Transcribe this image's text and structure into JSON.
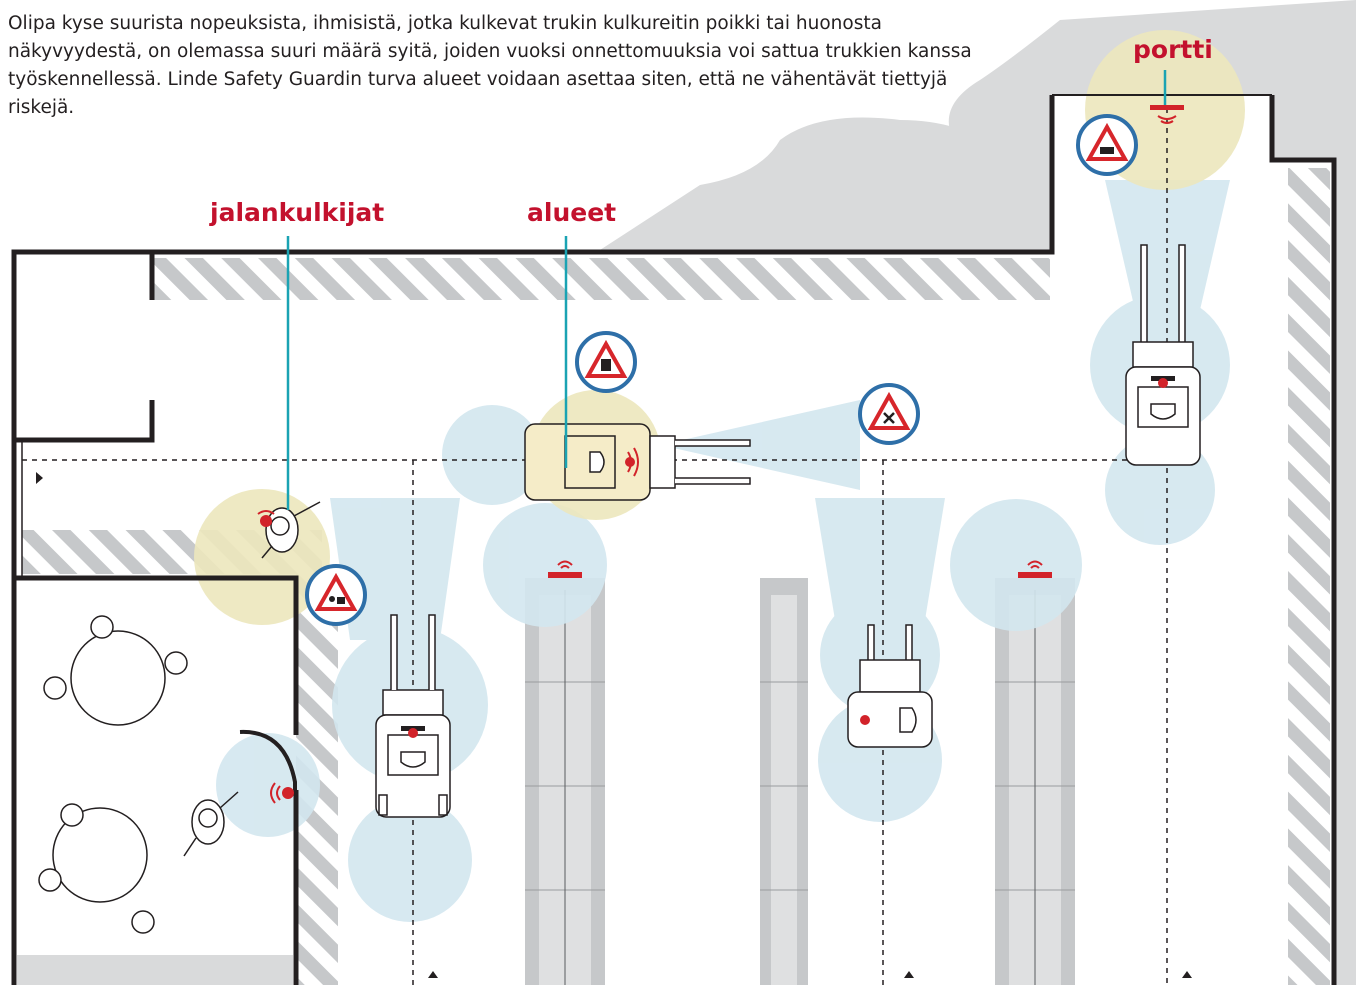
{
  "intro_text": "Olipa kyse suurista nopeuksista, ihmisistä, jotka kulkevat trukin kulkureitin poikki tai huonosta näkyvyydestä, on olemassa suuri määrä syitä, joiden vuoksi onnettomuuksia voi sattua trukkien kanssa työskennellessä. Linde Safety Guardin turva alueet voidaan asettaa siten, että ne vähentävät tiettyjä riskejä.",
  "callouts": {
    "pedestrians": "jalankulkijat",
    "areas": "alueet",
    "gate": "portti"
  },
  "colors": {
    "callout": "#c3112d",
    "leader": "#1aa3b3",
    "wall": "#231f20",
    "outside": "#d9dadb",
    "zone_blue": "#d3e7ef",
    "zone_yellow": "#ece7bd",
    "rack": "#c6c8ca",
    "sign_ring": "#2e6fa8",
    "sign_red": "#d7262b",
    "sensor": "#d2232a"
  },
  "signs": [
    "pedestrian-sign-icon",
    "forklift-sign-icon",
    "no-entry-sign-icon",
    "gate-sign-icon"
  ]
}
